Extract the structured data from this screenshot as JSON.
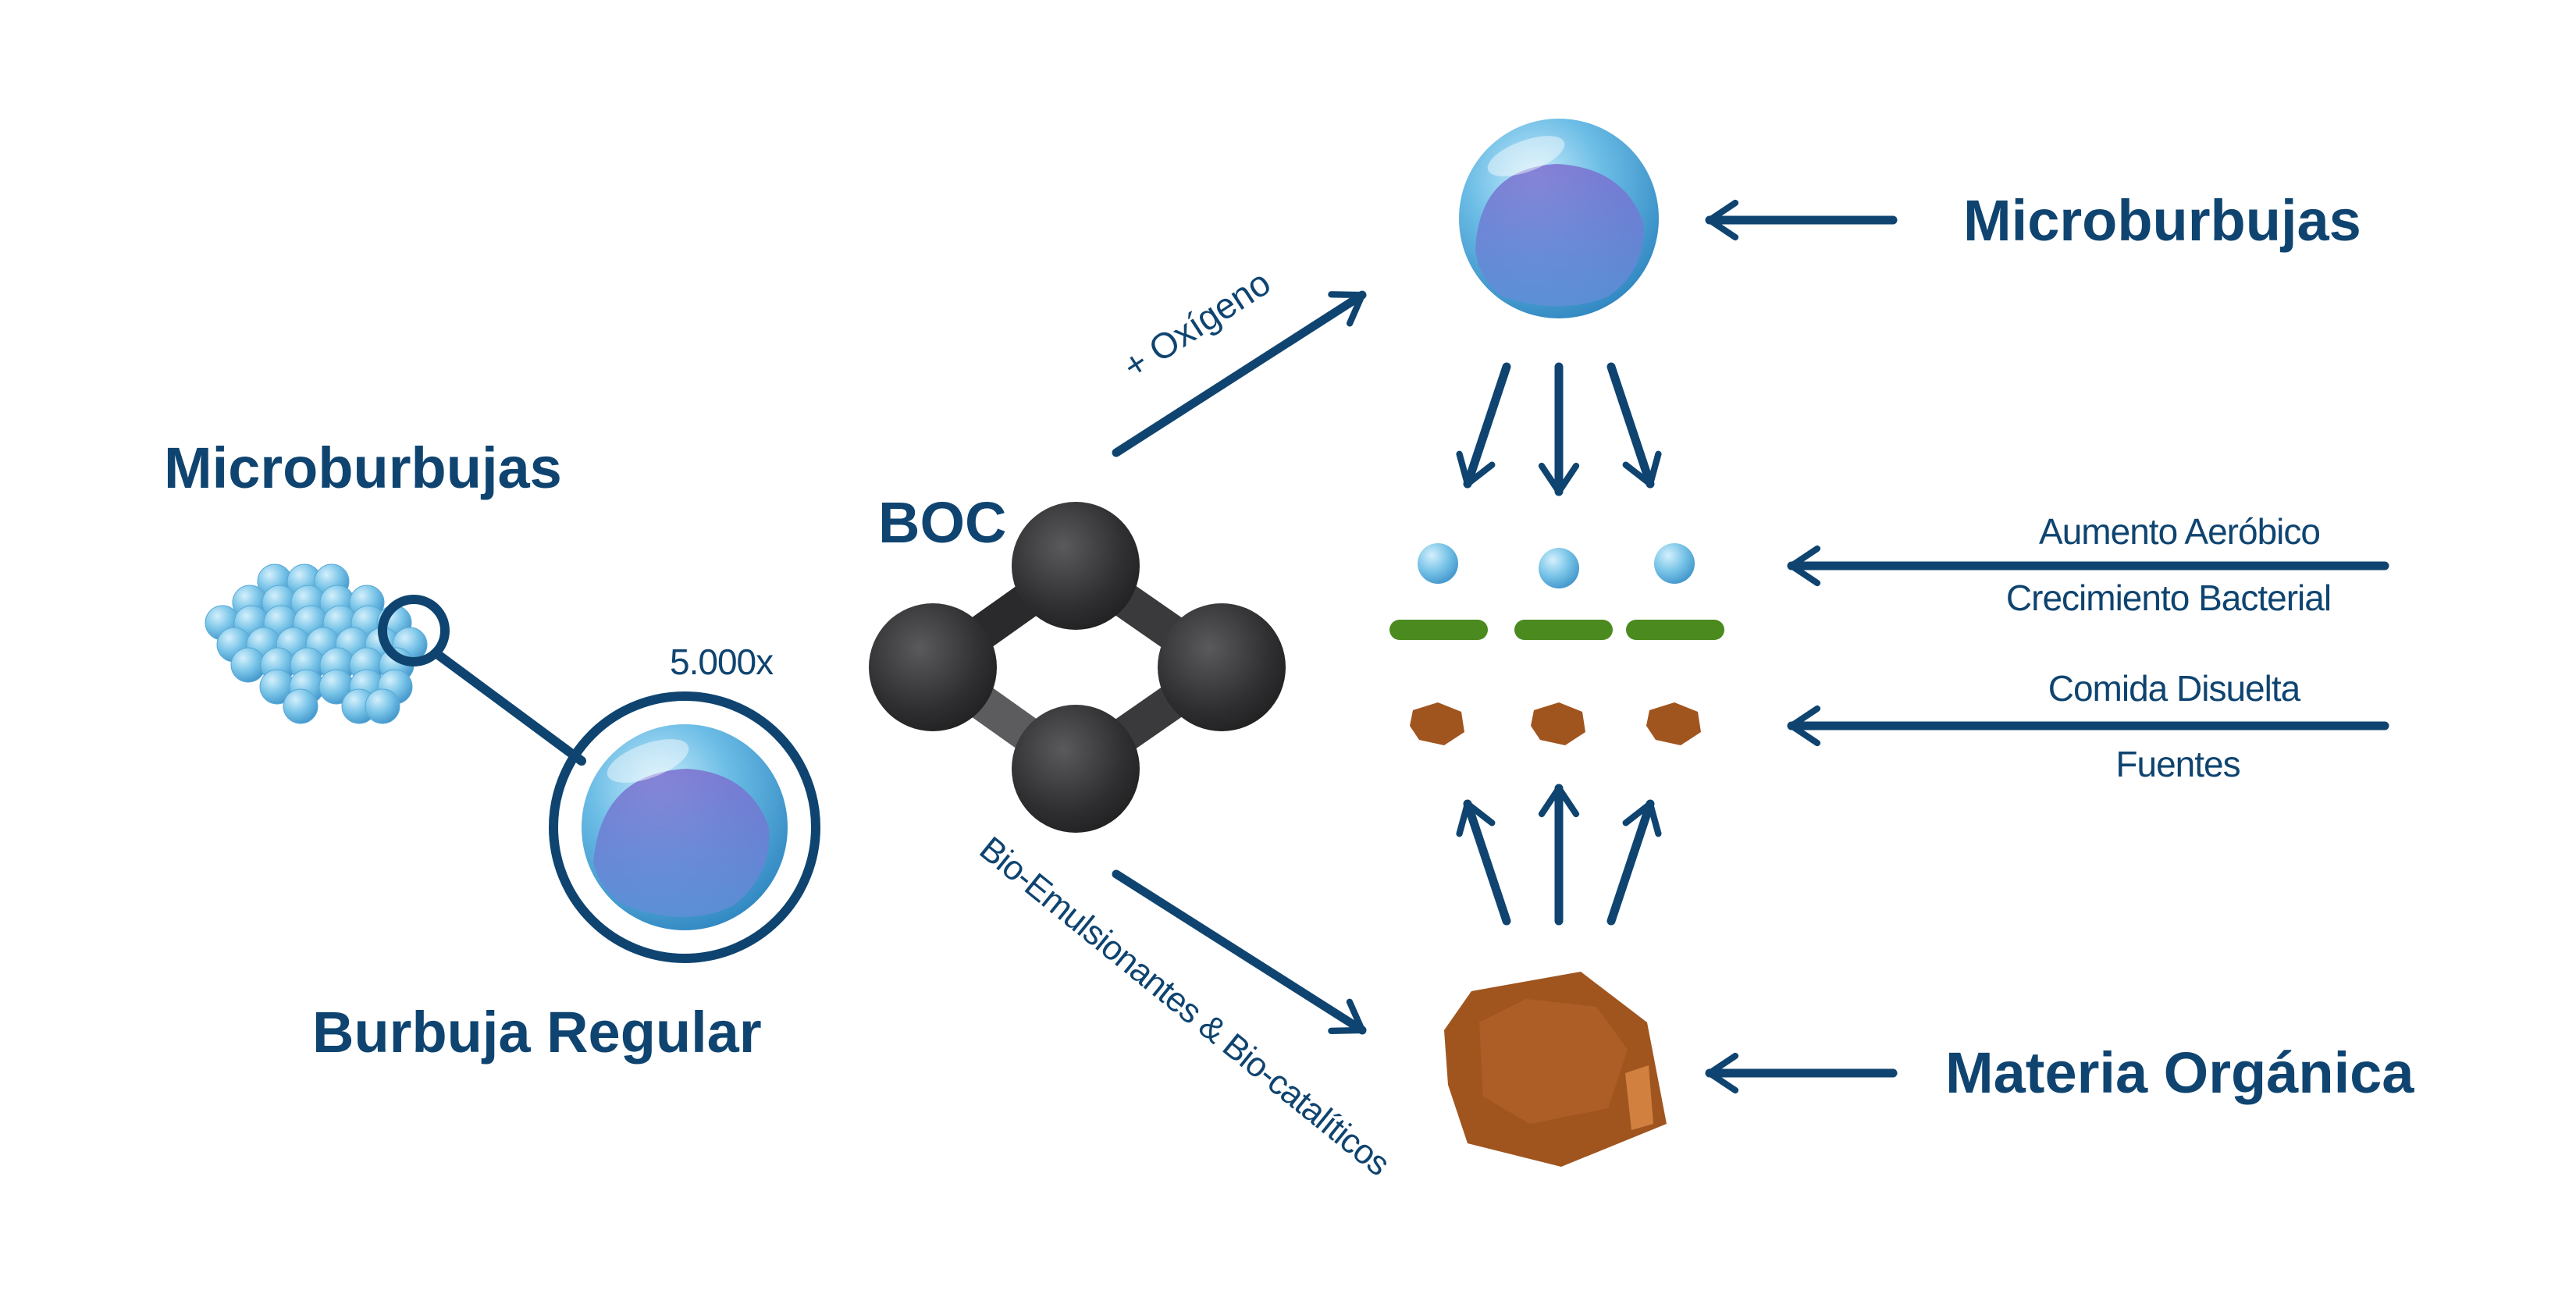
{
  "colors": {
    "navy": "#0f4470",
    "bubble_light": "#8fd1f0",
    "bubble_mid": "#4aa3d6",
    "bubble_inner": "#6f66c8",
    "molecule_dark": "#2e2e30",
    "molecule_bond": "#4a4a4c",
    "green_bar": "#4b8a1f",
    "organic_brown": "#a0551f",
    "organic_light": "#c77a3a"
  },
  "labels": {
    "left_title": "Microburbujas",
    "magnification": "5.000x",
    "regular_bubble": "Burbuja Regular",
    "boc": "BOC",
    "oxygen_arrow": "+ Oxígeno",
    "emulsifier_arrow": "Bio-Emulsionantes & Bio-catalíticos",
    "right_top": "Microburbujas",
    "aerobic_line1": "Aumento Aeróbico",
    "aerobic_line2": "Crecimiento Bacterial",
    "food_line1": "Comida Disuelta",
    "food_line2": "Fuentes",
    "right_bottom": "Materia Orgánica"
  },
  "icons": {
    "bubble": "bubble-icon",
    "molecule": "boc-molecule-icon",
    "organic": "organic-matter-icon",
    "arrow": "arrow-icon"
  }
}
